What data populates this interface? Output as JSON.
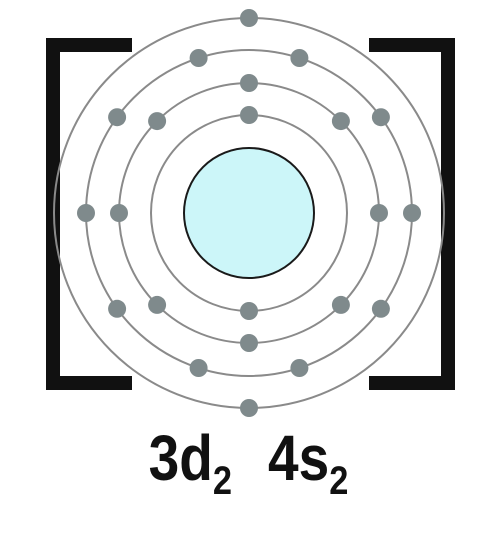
{
  "diagram": {
    "colors": {
      "nucleus_fill": "#ccf6f9",
      "nucleus_stroke": "#1a1a1a",
      "shell_stroke": "#8a8a8a",
      "electron_fill": "#7f8a8c",
      "bracket": "#111111"
    },
    "shells": [
      {
        "name": "shell-1",
        "electrons": 2
      },
      {
        "name": "shell-2",
        "electrons": 8
      },
      {
        "name": "shell-3",
        "electrons": 10
      },
      {
        "name": "shell-4",
        "electrons": 2
      }
    ]
  },
  "configuration": [
    {
      "orbital": "3d",
      "count": "2"
    },
    {
      "orbital": "4s",
      "count": "2"
    }
  ]
}
